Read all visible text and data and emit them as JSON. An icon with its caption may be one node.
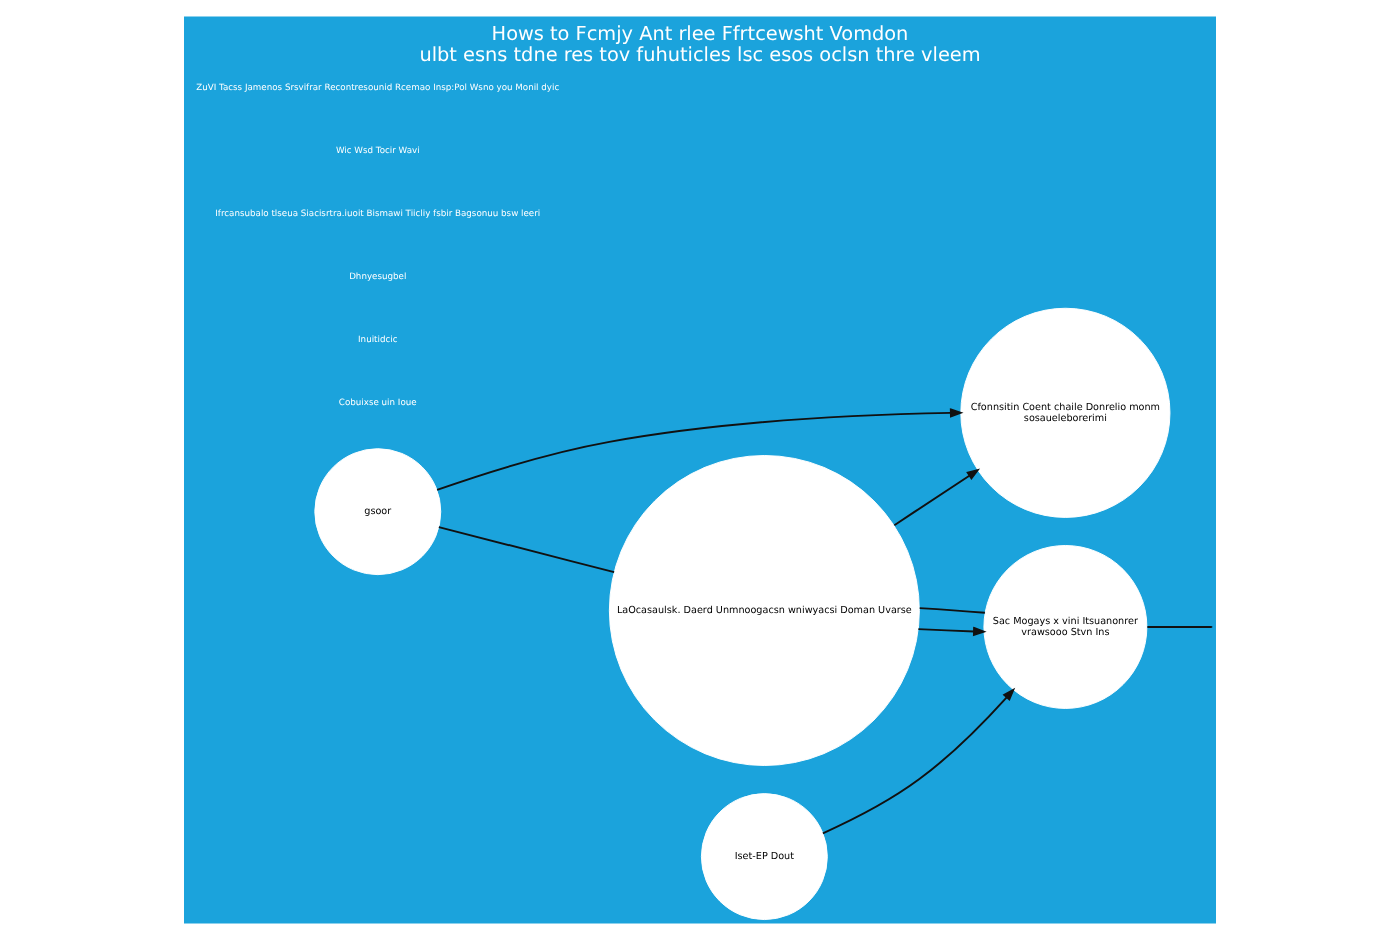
{
  "diagram": {
    "title": "Hows to Fcmjy Ant rlee Ffrtcewsht Vomdon",
    "caption": "ulbt esns tdne res tov fuhuticles lsc esos oclsn thre vleem",
    "nodes": [
      {
        "text": [
          "gsoor"
        ]
      },
      {
        "text": [
          "Cfonnsitin Coent chaile Donrelio monm",
          "sosaueleborerimi"
        ]
      },
      {
        "text": [
          "LaOcasaulsk. Daerd Unmnoogacsn wniwyacsi Doman Uvarse"
        ]
      },
      {
        "text": [
          "Sac Mogays x vini Itsuanonrer",
          "vrawsooo Stvn Ins"
        ]
      },
      {
        "text": [
          "Iset-EP Dout"
        ]
      }
    ],
    "edges": [
      {
        "from": 0,
        "to": 1,
        "arrow": "to"
      },
      {
        "from": 0,
        "to": 2,
        "arrow": "none"
      },
      {
        "from": 2,
        "to": 1,
        "arrow": "to"
      },
      {
        "from": 2,
        "to": 3,
        "arrow": "to"
      },
      {
        "from": 3,
        "to": 2,
        "arrow": "none"
      },
      {
        "from": 4,
        "to": 3,
        "arrow": "to"
      },
      {
        "from": 3,
        "to": null,
        "arrow": "none"
      }
    ],
    "labels": [
      "Cobuixse uin Ioue",
      "Inuitidcic",
      "Dhnyesugbel",
      "Ifrcansubalo tlseua Siacisrtra.iuoit Bismawi Tiicliy fsbir Bagsonuu bsw leeri",
      "Wic Wsd Tocir Wavi",
      "ZuVI Tacss Jamenos Srsvifrar Recontresounid Rcemao Insp:Pol Wsno you Monil dyic"
    ]
  }
}
